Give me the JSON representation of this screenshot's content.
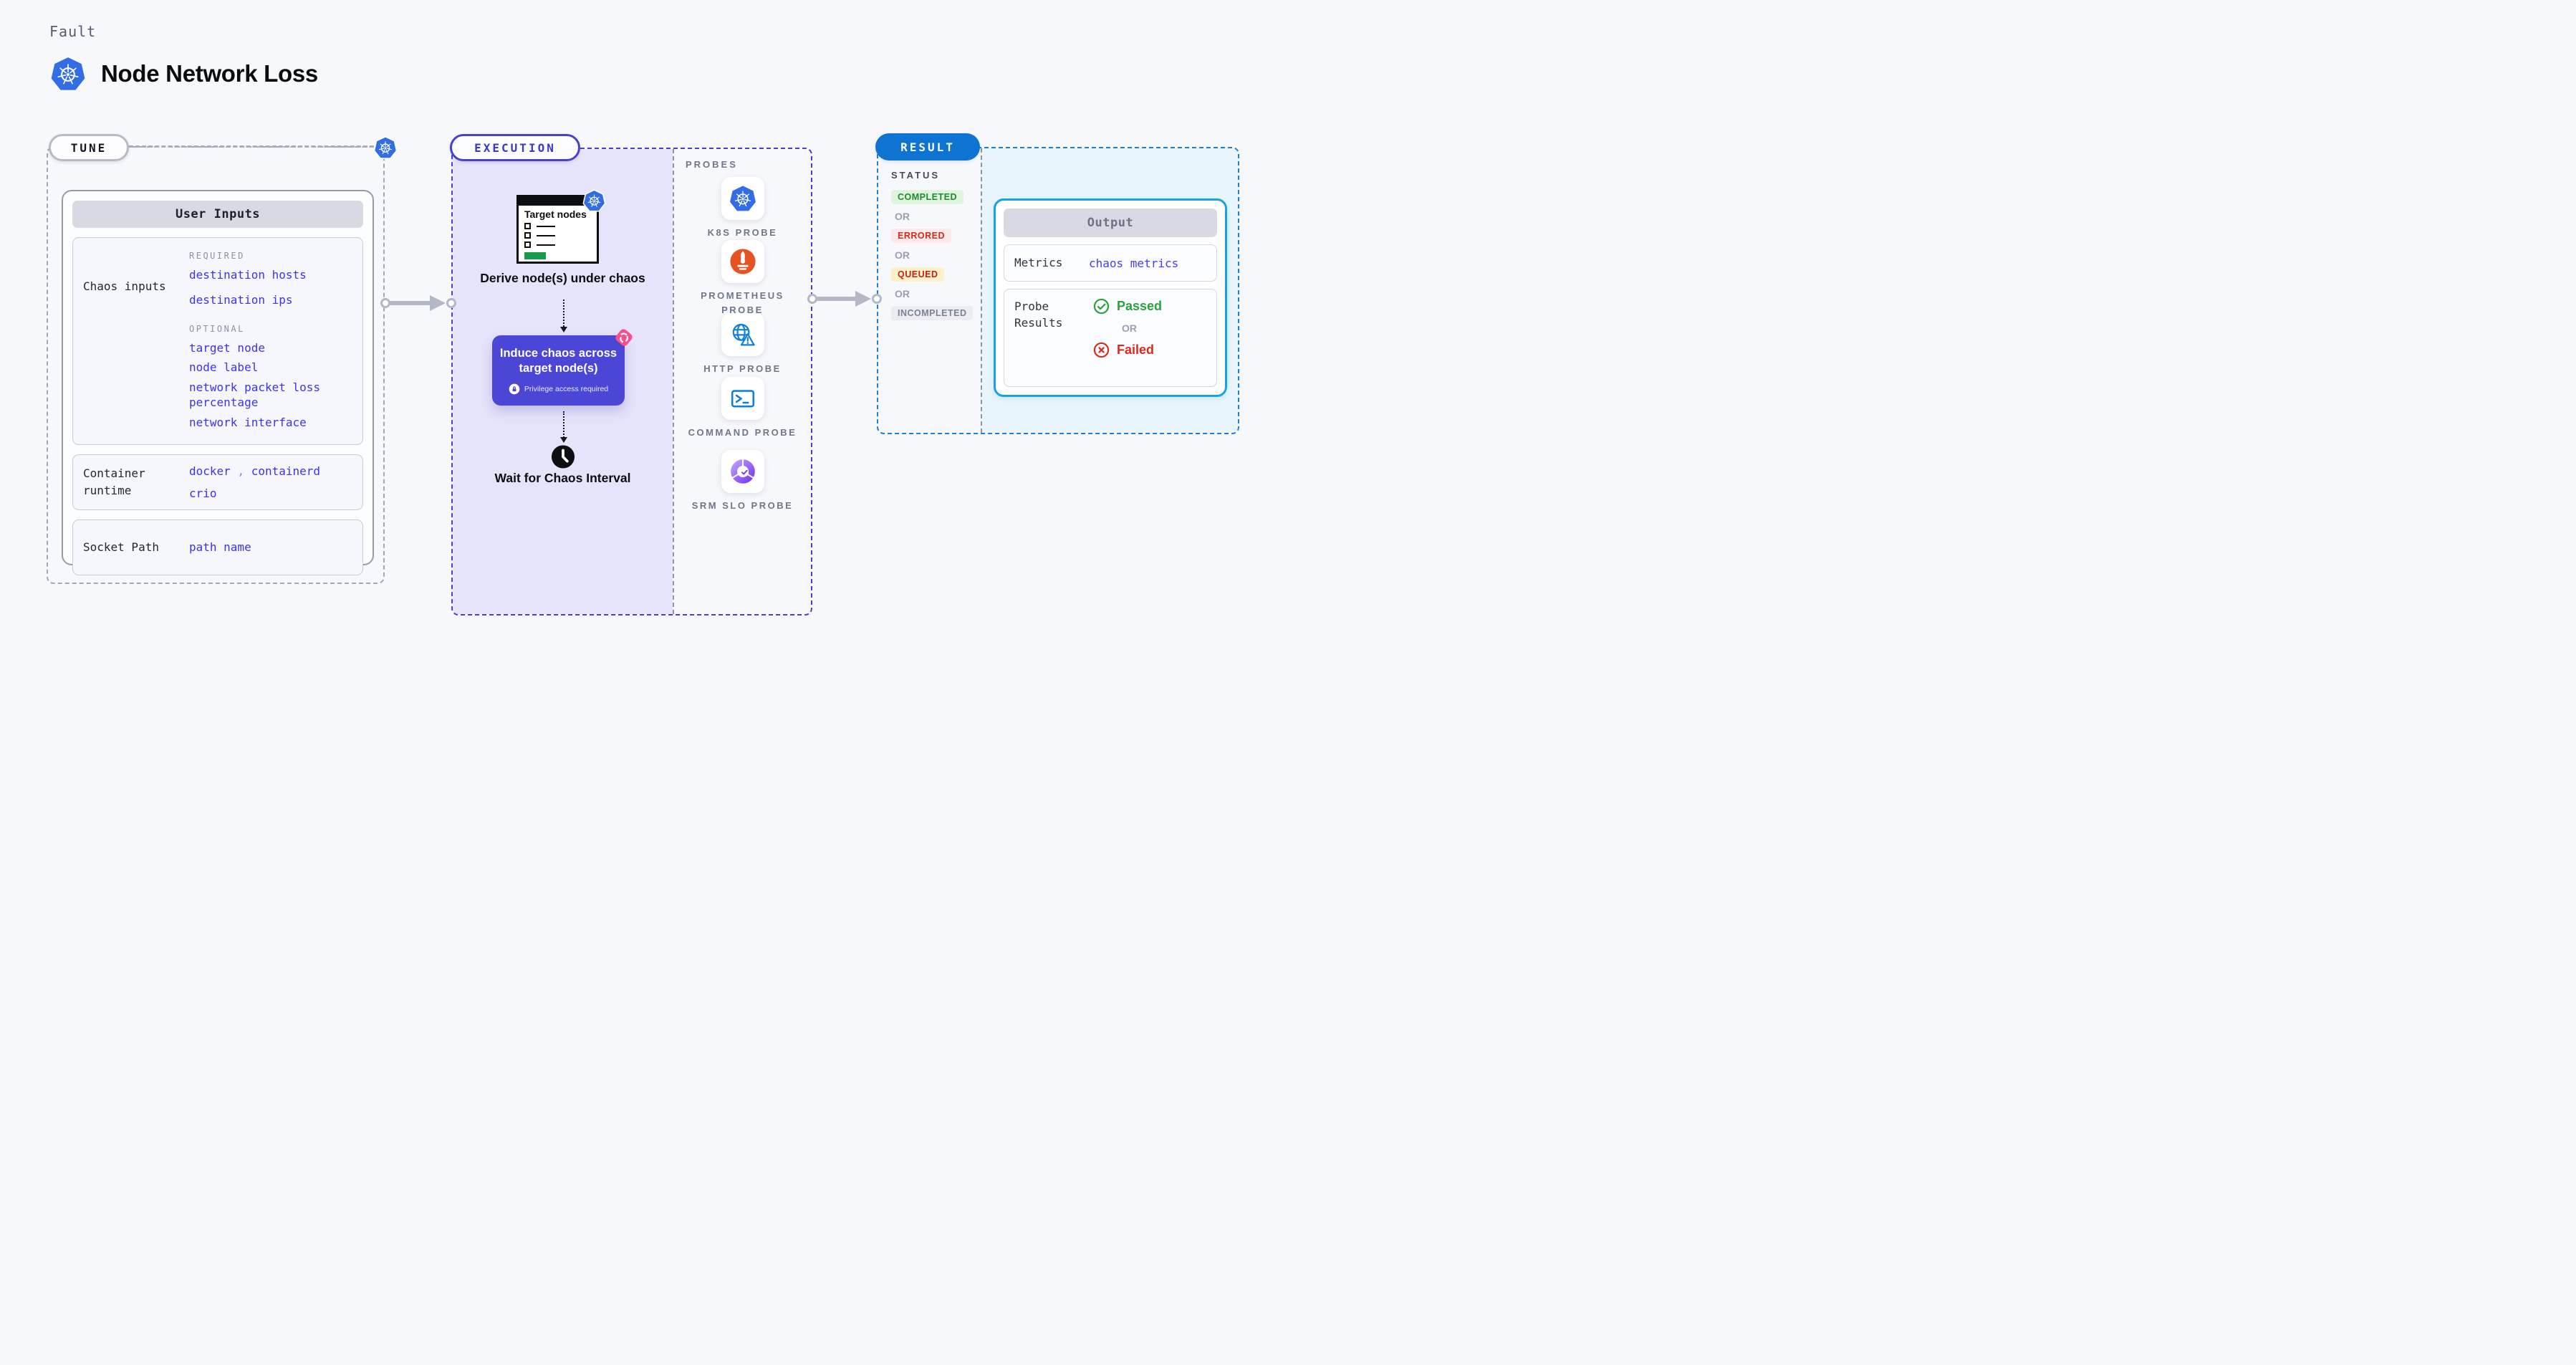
{
  "header": {
    "eyebrow": "Fault",
    "title": "Node Network Loss",
    "icon": "kubernetes-logo"
  },
  "tune": {
    "label": "TUNE",
    "user_inputs": {
      "title": "User Inputs",
      "chaos_inputs": {
        "label": "Chaos inputs",
        "required_heading": "REQUIRED",
        "required": [
          "destination hosts",
          "destination ips"
        ],
        "optional_heading": "OPTIONAL",
        "optional": [
          "target node",
          "node label",
          "network packet loss percentage",
          "network interface"
        ]
      },
      "container_runtime": {
        "label": "Container runtime",
        "value_1": "docker",
        "separator": ",",
        "value_2": "containerd",
        "value_3": "crio"
      },
      "socket_path": {
        "label": "Socket Path",
        "value": "path name"
      }
    }
  },
  "execution": {
    "label": "EXECUTION",
    "illustration": {
      "title": "Target nodes",
      "icon": "kubernetes-logo"
    },
    "derive_label": "Derive node(s) under chaos",
    "induce": {
      "label": "Induce chaos across target node(s)",
      "privilege_note": "Privilege access required"
    },
    "wait_label": "Wait for Chaos Interval",
    "probes": {
      "heading": "PROBES",
      "items": [
        {
          "label": "K8S PROBE",
          "icon": "kubernetes-probe-icon"
        },
        {
          "label": "PROMETHEUS PROBE",
          "icon": "prometheus-probe-icon"
        },
        {
          "label": "HTTP PROBE",
          "icon": "http-probe-icon"
        },
        {
          "label": "COMMAND PROBE",
          "icon": "command-probe-icon"
        },
        {
          "label": "SRM SLO PROBE",
          "icon": "srm-slo-probe-icon"
        }
      ]
    }
  },
  "result": {
    "label": "RESULT",
    "status": {
      "heading": "STATUS",
      "or_label": "OR",
      "items": [
        {
          "label": "COMPLETED",
          "text_color": "#1d8c2d",
          "bg_color": "#dff3df"
        },
        {
          "label": "ERRORED",
          "text_color": "#d32b1e",
          "bg_color": "#fbeae9"
        },
        {
          "label": "QUEUED",
          "text_color": "#c42113",
          "bg_color": "#fdf1cc"
        },
        {
          "label": "INCOMPLETED",
          "text_color": "#7a8195",
          "bg_color": "#ebedf3"
        }
      ]
    },
    "output": {
      "title": "Output",
      "metrics_label": "Metrics",
      "metrics_value": "chaos metrics",
      "probe_results_label": "Probe Results",
      "passed": "Passed",
      "or_label": "OR",
      "failed": "Failed"
    }
  },
  "colors": {
    "background": "#f7f8fb",
    "execution_fill": "#e6e4fa",
    "indigo_accent": "#4741ce",
    "induce_box": "#4c46d7",
    "result_border": "#1f7fd9",
    "result_pill": "#0d74d1",
    "output_border": "#15a3e6",
    "output_panel_fill": "#e9f5fc",
    "kubernetes_blue": "#326de6",
    "prometheus_orange": "#e75225",
    "http_blue": "#1180da",
    "srm_purple": "#7b3df0",
    "mono_value_blue": "#3c32f0",
    "passed_green": "#27a33a",
    "failed_red": "#d92b1b",
    "arrow_gray": "#b4b8c6"
  }
}
